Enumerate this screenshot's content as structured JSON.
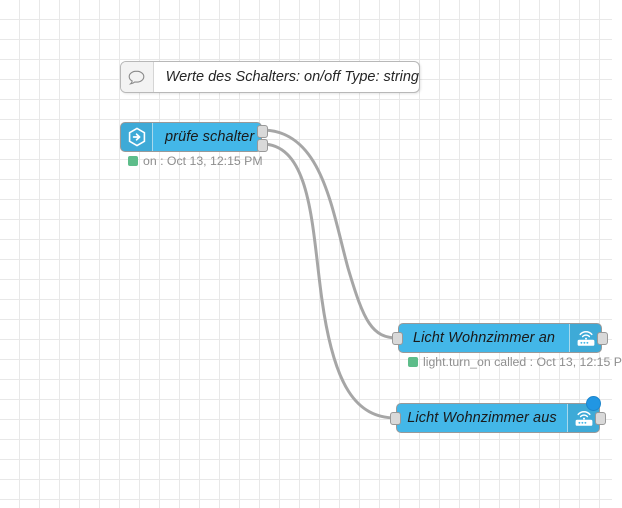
{
  "editor": {
    "name": "node-red-flow-canvas",
    "grid_size": 20,
    "grid_color": "#e8e8e8",
    "background": "#ffffff"
  },
  "palette": {
    "node_blue": "#43b7e8",
    "status_green": "#5dbd8a",
    "wire_gray": "#a6a6a6",
    "badge_blue": "#2196e3"
  },
  "comment_node": {
    "icon": "comment-bubble-icon",
    "text": "Werte des Schalters: on/off Type: string"
  },
  "nodes": [
    {
      "id": "switch",
      "label": "prüfe schalter",
      "icon": "switch-hexagon-arrow-icon",
      "icon_side": "left",
      "inputs": 0,
      "outputs": 2,
      "status": {
        "dot": "green",
        "text": "on : Oct 13, 12:15 PM"
      }
    },
    {
      "id": "light-on",
      "label": "Licht Wohnzimmer an",
      "icon": "home-assistant-router-icon",
      "icon_side": "right",
      "inputs": 1,
      "outputs": 1,
      "status": {
        "dot": "green",
        "text": "light.turn_on called : Oct 13, 12:15 P"
      }
    },
    {
      "id": "light-off",
      "label": "Licht Wohnzimmer aus",
      "icon": "home-assistant-router-icon",
      "icon_side": "right",
      "inputs": 1,
      "outputs": 1,
      "badge": "unsaved-changes-dot",
      "status": null
    }
  ],
  "wires": [
    {
      "from": "switch.output.0",
      "to": "light-on.input"
    },
    {
      "from": "switch.output.1",
      "to": "light-off.input"
    }
  ]
}
